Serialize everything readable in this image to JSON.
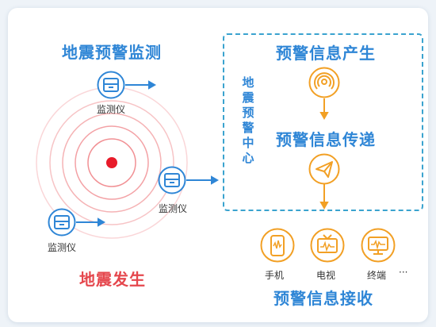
{
  "diagram": {
    "title_monitoring": "地震预警监测",
    "title_earthquake": "地震发生",
    "center_label": "地震预警中心",
    "title_generate": "预警信息产生",
    "title_transmit": "预警信息传递",
    "title_receive": "预警信息接收",
    "sensor_label": "监测仪",
    "devices": [
      {
        "label": "手机",
        "icon": "phone-icon"
      },
      {
        "label": "电视",
        "icon": "tv-icon"
      },
      {
        "label": "终端",
        "icon": "monitor-icon"
      }
    ],
    "more": "···",
    "colors": {
      "blue": "#2f86d6",
      "red": "#e5474d",
      "orange": "#f2a025",
      "dashed": "#3aa3cf"
    }
  }
}
